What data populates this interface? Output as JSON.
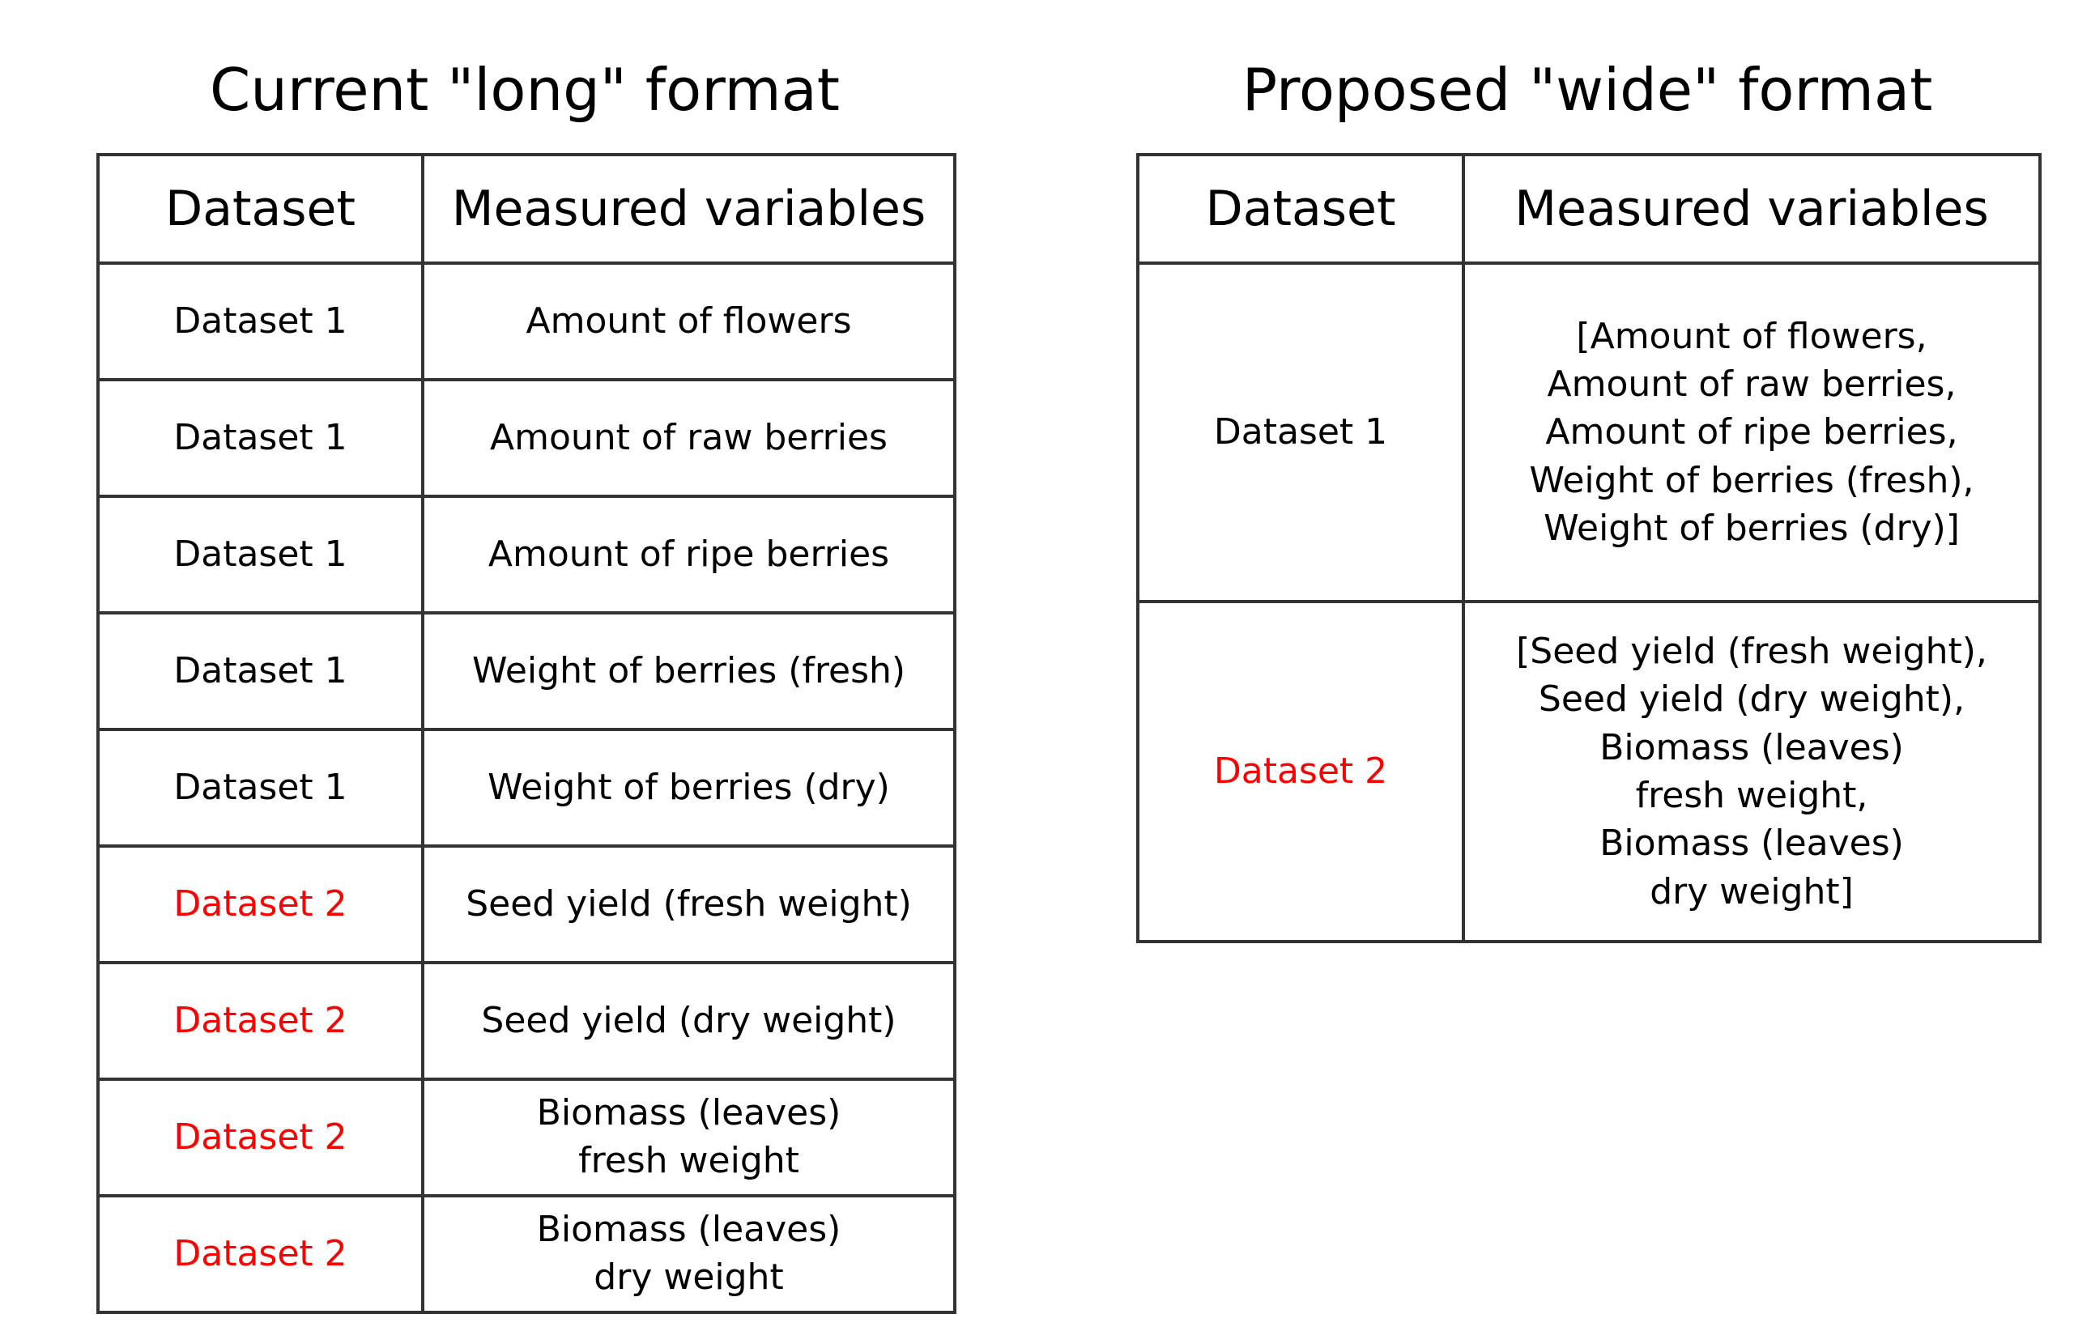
{
  "colors": {
    "text": "#000000",
    "dataset2_red": "#ff0000",
    "border": "#333333",
    "background": "#ffffff"
  },
  "left_panel": {
    "title": "Current \"long\" format",
    "headers": {
      "dataset": "Dataset",
      "variables": "Measured variables"
    },
    "rows": [
      {
        "dataset": "Dataset 1",
        "variables": [
          "Amount of flowers"
        ]
      },
      {
        "dataset": "Dataset 1",
        "variables": [
          "Amount of raw berries"
        ]
      },
      {
        "dataset": "Dataset 1",
        "variables": [
          "Amount of ripe berries"
        ]
      },
      {
        "dataset": "Dataset 1",
        "variables": [
          "Weight of berries (fresh)"
        ]
      },
      {
        "dataset": "Dataset 1",
        "variables": [
          "Weight of berries (dry)"
        ]
      },
      {
        "dataset": "Dataset 2",
        "variables": [
          "Seed yield (fresh weight)"
        ]
      },
      {
        "dataset": "Dataset 2",
        "variables": [
          "Seed yield (dry weight)"
        ]
      },
      {
        "dataset": "Dataset 2",
        "variables": [
          "Biomass (leaves)",
          "fresh weight"
        ]
      },
      {
        "dataset": "Dataset 2",
        "variables": [
          "Biomass (leaves)",
          "dry weight"
        ]
      }
    ]
  },
  "right_panel": {
    "title": "Proposed \"wide\" format",
    "headers": {
      "dataset": "Dataset",
      "variables": "Measured variables"
    },
    "rows": [
      {
        "dataset": "Dataset 1",
        "variables": [
          "[Amount of flowers,",
          "Amount of raw berries,",
          "Amount of ripe berries,",
          "Weight of berries (fresh),",
          "Weight of berries (dry)]"
        ]
      },
      {
        "dataset": "Dataset 2",
        "variables": [
          "[Seed yield (fresh weight),",
          "Seed yield (dry weight),",
          "Biomass (leaves)",
          "fresh weight,",
          "Biomass (leaves)",
          "dry weight]"
        ]
      }
    ]
  }
}
